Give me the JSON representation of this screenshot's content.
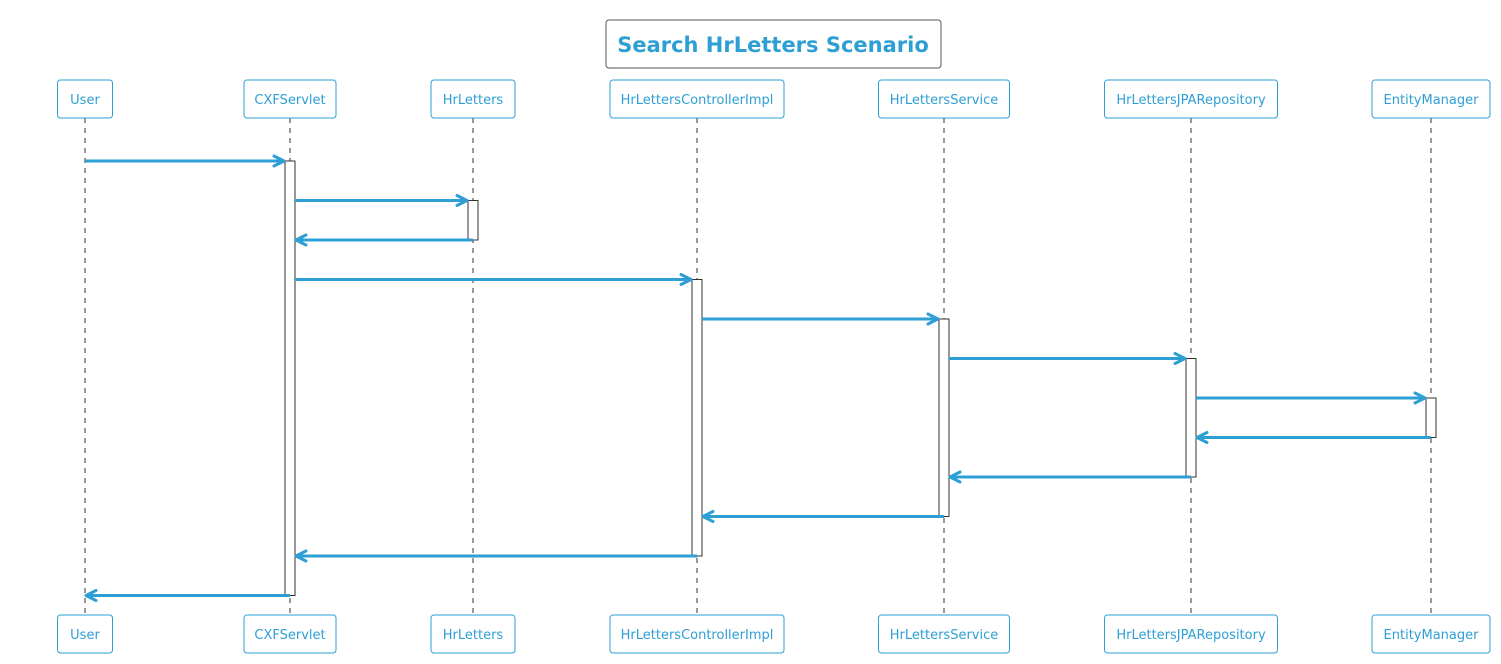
{
  "title": "Search HrLetters Scenario",
  "colors": {
    "accent": "#2e9fd4",
    "title_border": "#555555",
    "lifeline": "#333333"
  },
  "participants": [
    {
      "id": "user",
      "label": "User"
    },
    {
      "id": "cxf",
      "label": "CXFServlet"
    },
    {
      "id": "hrletters",
      "label": "HrLetters"
    },
    {
      "id": "controller",
      "label": "HrLettersControllerImpl"
    },
    {
      "id": "service",
      "label": "HrLettersService"
    },
    {
      "id": "repository",
      "label": "HrLettersJPARepository"
    },
    {
      "id": "entitymanager",
      "label": "EntityManager"
    }
  ],
  "messages": [
    {
      "from": "user",
      "to": "cxf",
      "kind": "call"
    },
    {
      "from": "cxf",
      "to": "hrletters",
      "kind": "call"
    },
    {
      "from": "hrletters",
      "to": "cxf",
      "kind": "return"
    },
    {
      "from": "cxf",
      "to": "controller",
      "kind": "call"
    },
    {
      "from": "controller",
      "to": "service",
      "kind": "call"
    },
    {
      "from": "service",
      "to": "repository",
      "kind": "call"
    },
    {
      "from": "repository",
      "to": "entitymanager",
      "kind": "call"
    },
    {
      "from": "entitymanager",
      "to": "repository",
      "kind": "return"
    },
    {
      "from": "repository",
      "to": "service",
      "kind": "return"
    },
    {
      "from": "service",
      "to": "controller",
      "kind": "return"
    },
    {
      "from": "controller",
      "to": "cxf",
      "kind": "return"
    },
    {
      "from": "cxf",
      "to": "user",
      "kind": "return"
    }
  ]
}
